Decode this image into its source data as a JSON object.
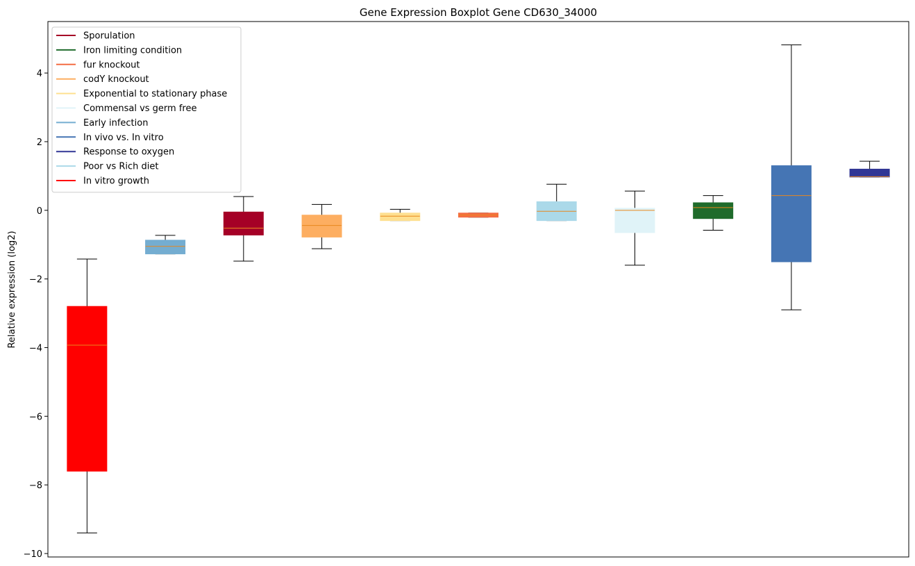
{
  "chart_data": {
    "type": "boxplot",
    "title": "Gene Expression Boxplot Gene CD630_34000",
    "xlabel": "",
    "ylabel": "Relative expression (log2)",
    "ylim": [
      -10.1,
      5.5
    ],
    "yticks": [
      -10,
      -8,
      -6,
      -4,
      -2,
      0,
      2,
      4
    ],
    "ytick_labels": [
      "−10",
      "−8",
      "−6",
      "−4",
      "−2",
      "0",
      "2",
      "4"
    ],
    "grid": false,
    "legend_position": "top-left",
    "median_color": "#e8871e",
    "whisker_color": "#000000",
    "legend": [
      {
        "label": "Sporulation",
        "color": "#a50026"
      },
      {
        "label": "Iron limiting condition",
        "color": "#1f6b2b"
      },
      {
        "label": "fur knockout",
        "color": "#f46d43"
      },
      {
        "label": "codY knockout",
        "color": "#fdae61"
      },
      {
        "label": "Exponential to stationary phase",
        "color": "#fee090"
      },
      {
        "label": "Commensal vs germ free",
        "color": "#e0f3f8"
      },
      {
        "label": "Early infection",
        "color": "#74add1"
      },
      {
        "label": "In vivo vs. In vitro",
        "color": "#4575b4"
      },
      {
        "label": "Response to oxygen",
        "color": "#313695"
      },
      {
        "label": "Poor vs Rich diet",
        "color": "#abd9e9"
      },
      {
        "label": "In vitro growth",
        "color": "#ff0000"
      }
    ],
    "boxes": [
      {
        "group": "In vitro growth",
        "color": "#ff0000",
        "whisker_low": -9.4,
        "q1": -7.6,
        "median": -3.93,
        "q3": -2.8,
        "whisker_high": -1.42
      },
      {
        "group": "Early infection",
        "color": "#74add1",
        "whisker_low": -1.27,
        "q1": -1.27,
        "median": -1.05,
        "q3": -0.87,
        "whisker_high": -0.73
      },
      {
        "group": "Sporulation",
        "color": "#a50026",
        "whisker_low": -1.48,
        "q1": -0.72,
        "median": -0.52,
        "q3": -0.05,
        "whisker_high": 0.4
      },
      {
        "group": "codY knockout",
        "color": "#fdae61",
        "whisker_low": -1.12,
        "q1": -0.78,
        "median": -0.44,
        "q3": -0.14,
        "whisker_high": 0.17
      },
      {
        "group": "Exponential to stationary phase",
        "color": "#fee090",
        "whisker_low": -0.3,
        "q1": -0.3,
        "median": -0.17,
        "q3": -0.08,
        "whisker_high": 0.03
      },
      {
        "group": "fur knockout",
        "color": "#f46d43",
        "whisker_low": -0.2,
        "q1": -0.2,
        "median": -0.14,
        "q3": -0.08,
        "whisker_high": -0.08
      },
      {
        "group": "Poor vs Rich diet",
        "color": "#abd9e9",
        "whisker_low": -0.3,
        "q1": -0.3,
        "median": -0.03,
        "q3": 0.25,
        "whisker_high": 0.76
      },
      {
        "group": "Commensal vs germ free",
        "color": "#e0f3f8",
        "whisker_low": -1.6,
        "q1": -0.65,
        "median": 0.0,
        "q3": 0.06,
        "whisker_high": 0.56
      },
      {
        "group": "Iron limiting condition",
        "color": "#1f6b2b",
        "whisker_low": -0.58,
        "q1": -0.24,
        "median": 0.08,
        "q3": 0.22,
        "whisker_high": 0.43
      },
      {
        "group": "In vivo vs. In vitro",
        "color": "#4575b4",
        "whisker_low": -2.9,
        "q1": -1.5,
        "median": 0.43,
        "q3": 1.3,
        "whisker_high": 4.82
      },
      {
        "group": "Response to oxygen",
        "color": "#313695",
        "whisker_low": 0.97,
        "q1": 0.97,
        "median": 0.98,
        "q3": 1.2,
        "whisker_high": 1.43
      }
    ]
  }
}
